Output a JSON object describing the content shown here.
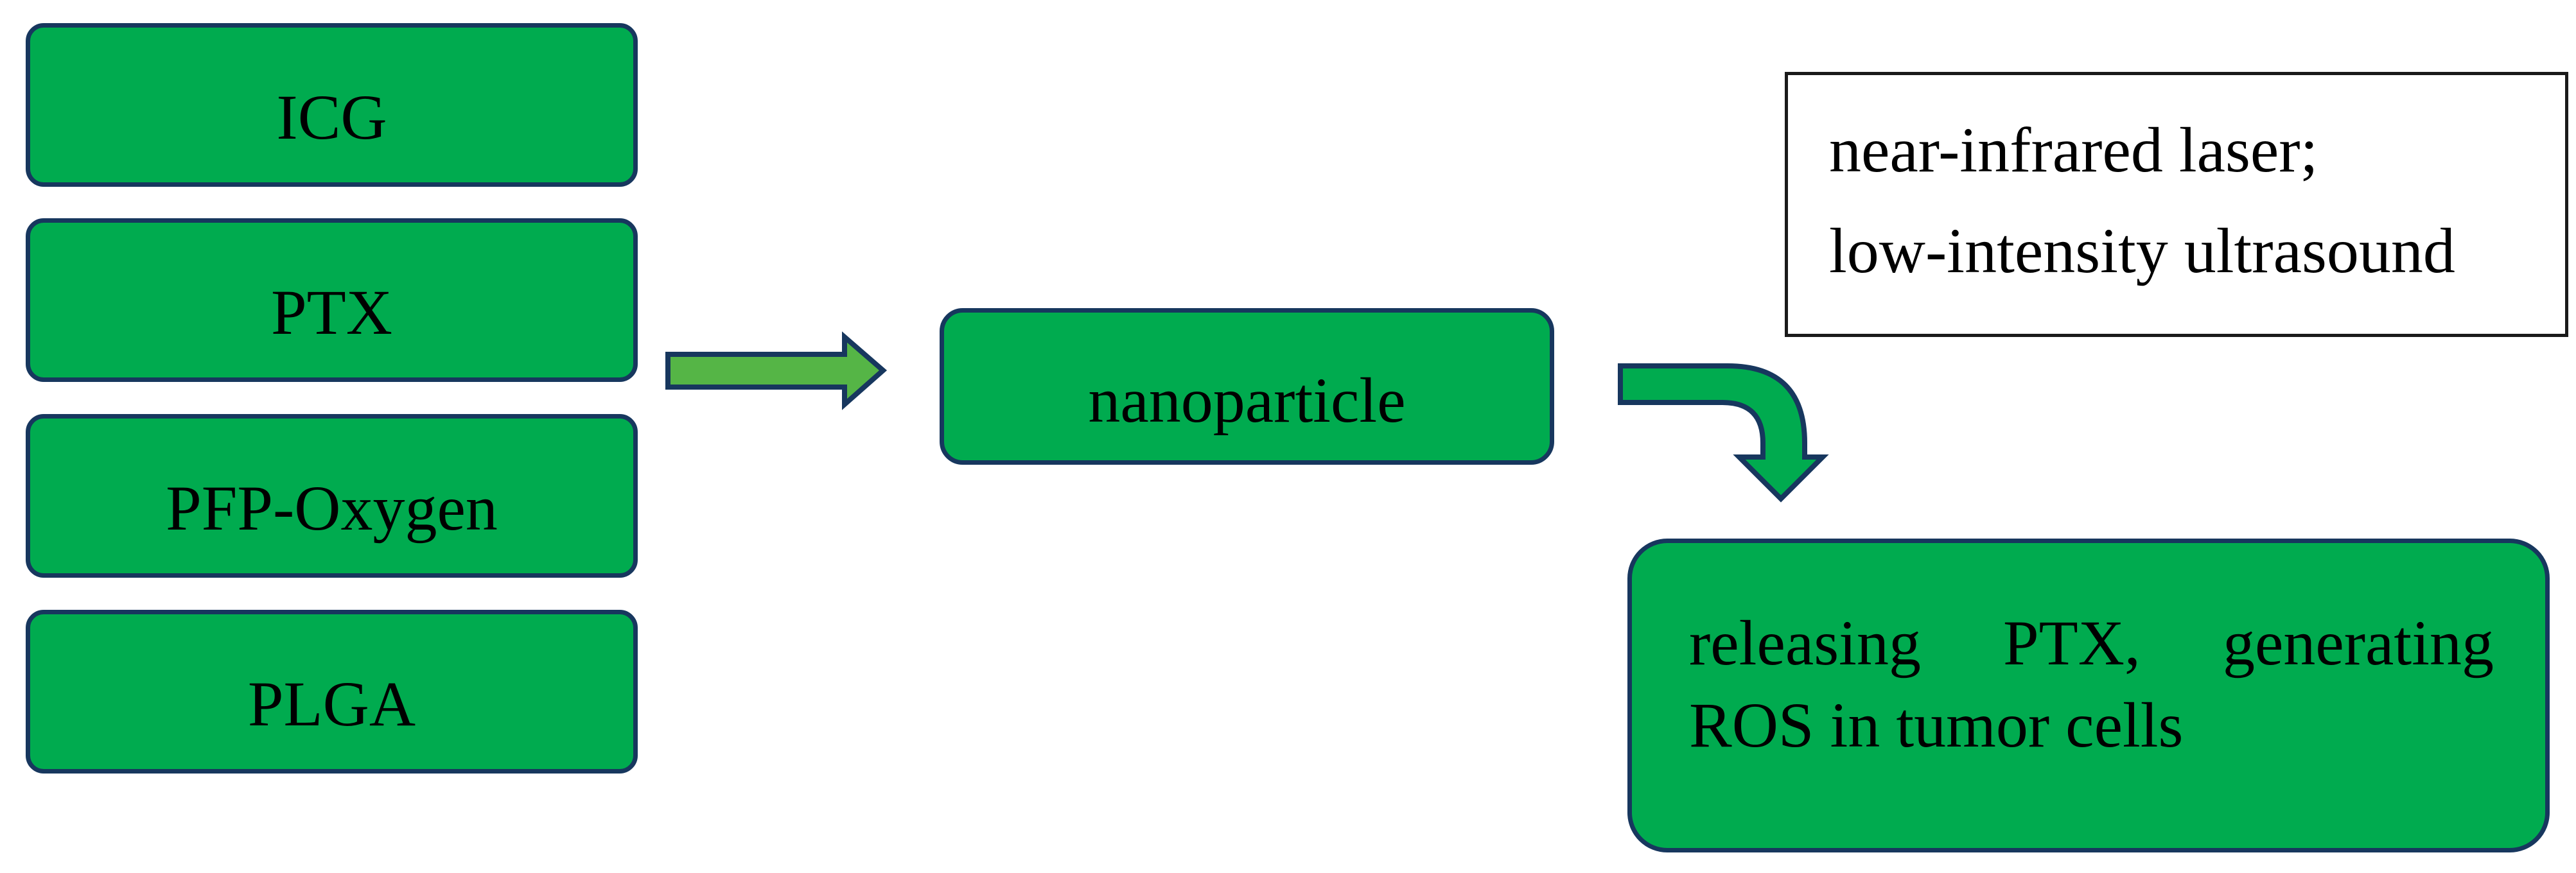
{
  "figure": {
    "type": "flowchart",
    "inputs": [
      {
        "label": "ICG"
      },
      {
        "label": "PTX"
      },
      {
        "label": "PFP-Oxygen"
      },
      {
        "label": "PLGA"
      }
    ],
    "nanoparticle": {
      "label": "nanoparticle"
    },
    "condition_box": {
      "line1": "near-infrared laser;",
      "line2": "low-intensity ultrasound"
    },
    "result_box": {
      "text": "releasing PTX, generating ROS in tumor cells"
    },
    "arrows": [
      {
        "name": "inputs-to-nanoparticle",
        "direction": "right"
      },
      {
        "name": "nanoparticle-to-result",
        "direction": "right-then-down"
      }
    ]
  },
  "theme": {
    "box-green": "#00AB4F",
    "arrow-green": "#55B546",
    "border-navy": "#17375E",
    "white-box-border": "#1a1a1a",
    "text-black": "#000000",
    "canvas-bg": "#ffffff"
  }
}
